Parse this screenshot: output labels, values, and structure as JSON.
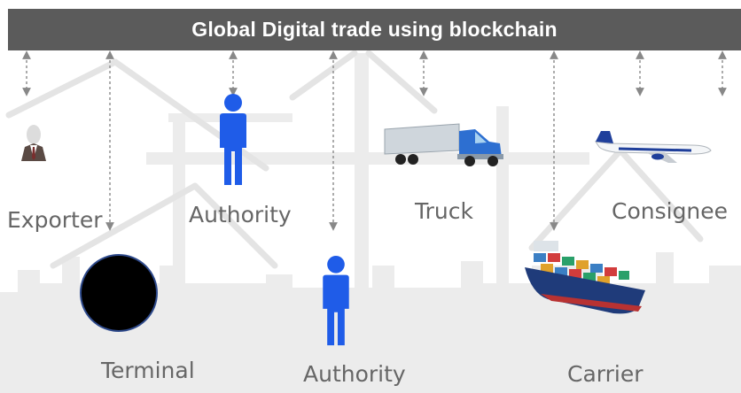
{
  "title": "Global Digital trade using blockchain",
  "actors": {
    "exporter": "Exporter",
    "authority_top": "Authority",
    "truck": "Truck",
    "consignee": "Consignee",
    "terminal": "Terminal",
    "authority_bottom": "Authority",
    "carrier": "Carrier"
  },
  "icons": {
    "exporter": "businessman-icon",
    "authority_top": "person-icon",
    "truck": "truck-icon",
    "consignee": "airplane-icon",
    "terminal": "terminal-circle-icon",
    "authority_bottom": "person-icon",
    "carrier": "container-ship-icon"
  },
  "colors": {
    "banner": "#5b5b5b",
    "label": "#666666",
    "person": "#1f5ce8",
    "terminal": "#000000",
    "terminal_border": "#2e4a8c",
    "connector": "#888888"
  }
}
